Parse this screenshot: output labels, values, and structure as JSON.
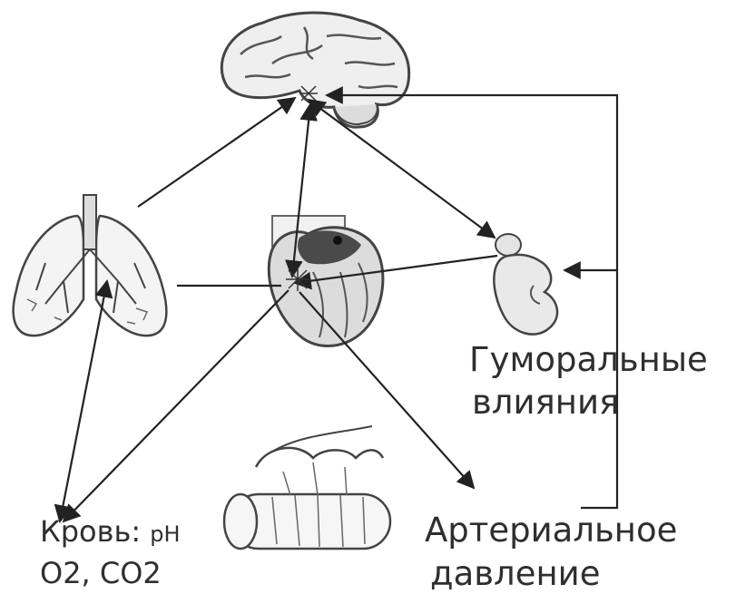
{
  "labels": {
    "humoral_line1": "Гуморальные",
    "humoral_line2": "влияния",
    "blood_prefix": "Кровь:",
    "blood_ph": "pH",
    "blood_line2": "O2, CO2",
    "pressure_line1": "Артериальное",
    "pressure_line2": "давление"
  },
  "icons": [
    "brain-icon",
    "lungs-icon",
    "heart-icon",
    "kidney-icon",
    "intestine-icon"
  ],
  "colors": {
    "line": "#222222",
    "text": "#2f2f2f",
    "organ_fill": "#f2f2f2",
    "organ_dark": "#555555"
  }
}
